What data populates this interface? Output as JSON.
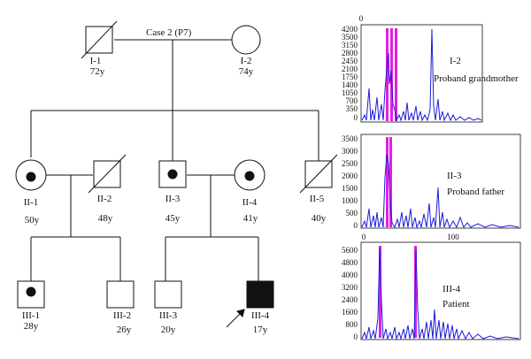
{
  "pedigree": {
    "title": "Case 2 (P7)",
    "individuals": [
      {
        "id": "I-1",
        "sex": "male",
        "deceased": true,
        "carrier": false,
        "affected": false,
        "proband": false,
        "age": "72y"
      },
      {
        "id": "I-2",
        "sex": "female",
        "deceased": false,
        "carrier": false,
        "affected": false,
        "proband": false,
        "age": "74y"
      },
      {
        "id": "II-1",
        "sex": "female",
        "deceased": false,
        "carrier": true,
        "affected": false,
        "proband": false,
        "age": "50y"
      },
      {
        "id": "II-2",
        "sex": "male",
        "deceased": true,
        "carrier": false,
        "affected": false,
        "proband": false,
        "age": "48y"
      },
      {
        "id": "II-3",
        "sex": "male",
        "deceased": false,
        "carrier": true,
        "affected": false,
        "proband": false,
        "age": "45y"
      },
      {
        "id": "II-4",
        "sex": "female",
        "deceased": false,
        "carrier": true,
        "affected": false,
        "proband": false,
        "age": "41y"
      },
      {
        "id": "II-5",
        "sex": "male",
        "deceased": true,
        "carrier": false,
        "affected": false,
        "proband": false,
        "age": "40y"
      },
      {
        "id": "III-1",
        "sex": "male",
        "deceased": false,
        "carrier": true,
        "affected": false,
        "proband": false,
        "age": "28y"
      },
      {
        "id": "III-2",
        "sex": "male",
        "deceased": false,
        "carrier": false,
        "affected": false,
        "proband": false,
        "age": "26y"
      },
      {
        "id": "III-3",
        "sex": "male",
        "deceased": false,
        "carrier": false,
        "affected": false,
        "proband": false,
        "age": "20y"
      },
      {
        "id": "III-4",
        "sex": "male",
        "deceased": false,
        "carrier": false,
        "affected": true,
        "proband": true,
        "age": "17y"
      }
    ]
  },
  "electropherograms": [
    {
      "id": "I-2",
      "caption": "Proband grandmother",
      "top_axis": [
        "0"
      ],
      "yticks": [
        "0",
        "350",
        "700",
        "1050",
        "1400",
        "1750",
        "2100",
        "2450",
        "2800",
        "3150",
        "3500",
        "4200"
      ]
    },
    {
      "id": "II-3",
      "caption": "Proband father",
      "top_axis": [],
      "yticks": [
        "0",
        "500",
        "1000",
        "1500",
        "2000",
        "2500",
        "3000",
        "3500"
      ]
    },
    {
      "id": "III-4",
      "caption": "Patient",
      "top_axis": [
        "0",
        "100"
      ],
      "yticks": [
        "0",
        "800",
        "1600",
        "2400",
        "3200",
        "4000",
        "4800",
        "5600"
      ]
    }
  ],
  "colors": {
    "trace": "#1a1adc",
    "marker": "#e020e0",
    "line": "#111111"
  }
}
